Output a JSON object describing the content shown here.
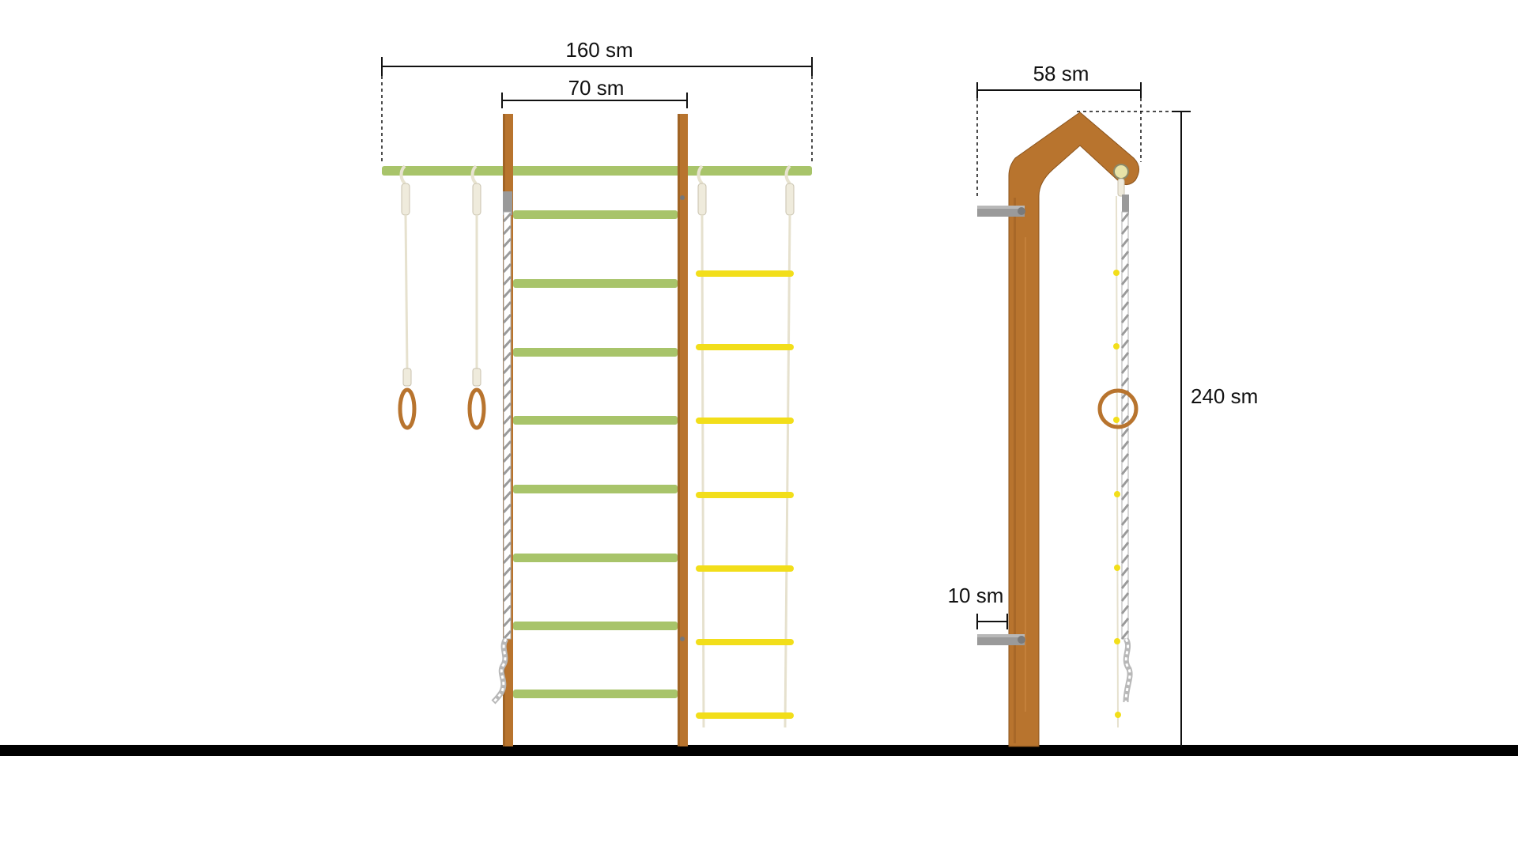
{
  "dimensions": {
    "front_total_width": "160 sm",
    "front_inner_width": "70 sm",
    "side_depth": "58 sm",
    "side_height": "240 sm",
    "side_bracket_offset": "10 sm"
  },
  "colors": {
    "wood": "#B8742E",
    "wood_dark": "#8A531C",
    "rung_green": "#A8C46A",
    "rope_yellow": "#F2DE1A",
    "rope_white": "#EFEBDC",
    "metal_gray": "#9A9A9A",
    "floor": "#000000",
    "dimension_line": "#111111"
  },
  "icons": {
    "front_view": "wall-bars-front-view",
    "side_view": "wall-bars-side-view",
    "rings": "gymnastic-rings-icon",
    "rope_ladder": "rope-ladder-icon",
    "climbing_rope": "climbing-rope-icon"
  }
}
